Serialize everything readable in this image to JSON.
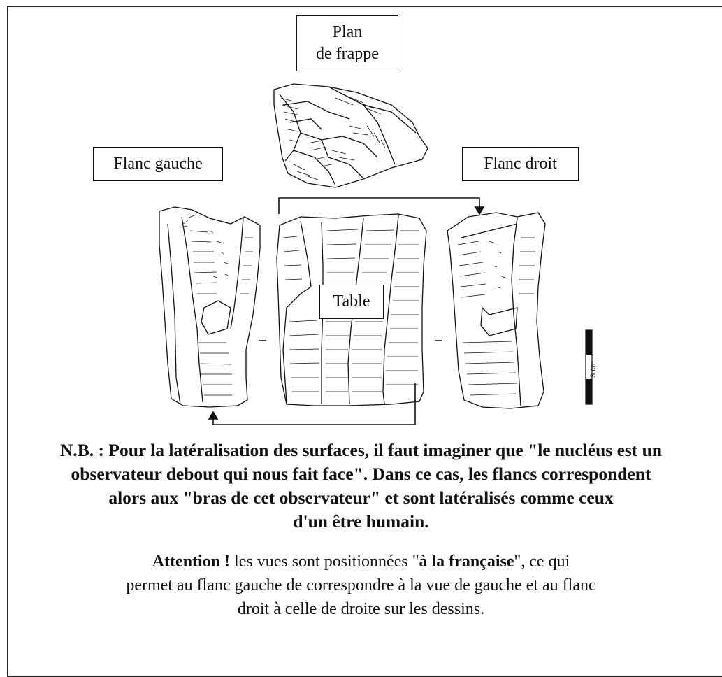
{
  "labels": {
    "plan_line1": "Plan",
    "plan_line2": "de frappe",
    "flanc_gauche": "Flanc gauche",
    "flanc_droit": "Flanc droit",
    "table": "Table"
  },
  "scale_bar": {
    "label": "3 cm"
  },
  "note": {
    "line1": "N.B. : Pour la latéralisation des surfaces, il faut imaginer que \"le nucléus est un",
    "line2": "observateur debout qui nous fait face\". Dans ce cas, les flancs correspondent",
    "line3": "alors aux \"bras de cet observateur\" et sont latéralisés comme ceux",
    "line4": "d'un être humain."
  },
  "attention": {
    "bold_lead": "Attention !",
    "text1": " les vues sont positionnées \"",
    "bold_term": "à la française",
    "text2": "\", ce qui",
    "line2": "permet au flanc gauche de correspondre à la vue de gauche et au flanc",
    "line3": "droit à celle de droite sur les dessins."
  }
}
